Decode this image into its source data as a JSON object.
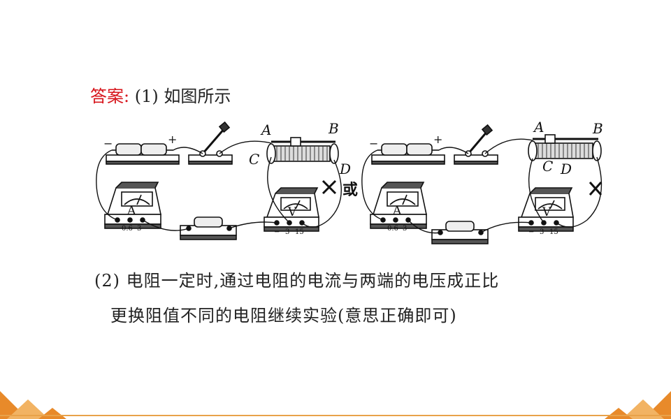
{
  "answer": {
    "label": "答案:",
    "part1": "(1) 如图所示"
  },
  "circuit_left": {
    "label_a": "A",
    "label_b": "B",
    "label_c": "C",
    "label_d": "D",
    "ammeter_letter": "A",
    "ammeter_terminals": [
      "−",
      "0.6",
      "3"
    ],
    "voltmeter_letter": "V",
    "voltmeter_terminals": [
      "−",
      "3",
      "15"
    ],
    "battery_minus": "−",
    "battery_plus": "+"
  },
  "or_text": "或",
  "circuit_right": {
    "label_a": "A",
    "label_b": "B",
    "label_c": "C",
    "label_d": "D",
    "ammeter_letter": "A",
    "ammeter_terminals": [
      "−",
      "0.6",
      "3"
    ],
    "voltmeter_letter": "V",
    "voltmeter_terminals": [
      "−",
      "3",
      "15"
    ],
    "battery_minus": "−",
    "battery_plus": "+"
  },
  "part2_line1": "(2) 电阻一定时,通过电阻的电流与两端的电压成正比",
  "part2_line2": "更换阻值不同的电阻继续实验(意思正确即可)",
  "colors": {
    "accent_red": "#d7141b",
    "decor_orange": "#e88a2a",
    "decor_light": "#f2b363"
  }
}
